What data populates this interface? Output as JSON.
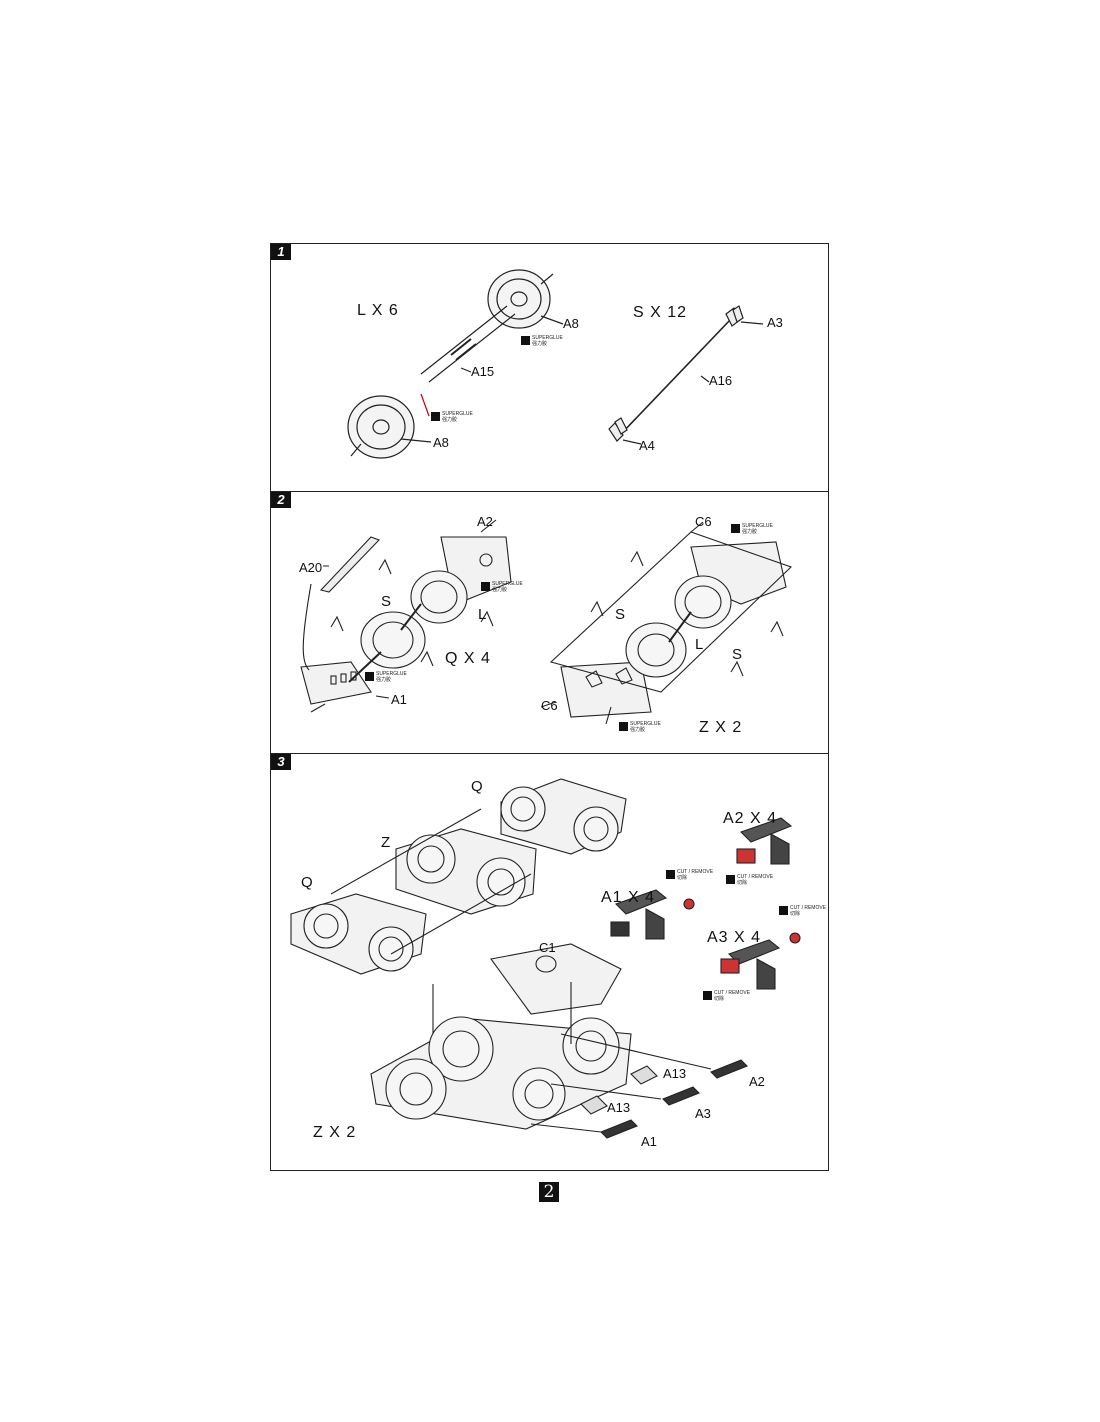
{
  "page_number": "2",
  "steps": [
    {
      "tag": "1",
      "labels": {
        "lx6": "L X 6",
        "sx12": "S X 12",
        "a8_top": "A8",
        "a15": "A15",
        "a8_bottom": "A8",
        "a3": "A3",
        "a16": "A16",
        "a4": "A4"
      },
      "glue_notes": [
        "SUPERGLUE",
        "强力胶",
        "SUPERGLUE",
        "强力胶"
      ]
    },
    {
      "tag": "2",
      "labels": {
        "a2": "A2",
        "a20": "A20",
        "s_left": "S",
        "l_left": "L",
        "qx4": "Q X 4",
        "a1": "A1",
        "c6_top": "C6",
        "s_right": "S",
        "l_right": "L",
        "s_right2": "S",
        "c6_bottom": "C6",
        "zx2": "Z X 2"
      },
      "glue_notes": [
        "SUPERGLUE",
        "强力胶",
        "SUPERGLUE",
        "强力胶",
        "SUPERGLUE",
        "强力胶",
        "SUPERGLUE",
        "强力胶"
      ]
    },
    {
      "tag": "3",
      "labels": {
        "q_top": "Q",
        "z": "Z",
        "q_left": "Q",
        "a2x4": "A2 X 4",
        "a1x4": "A1 X 4",
        "a3x4": "A3 X 4",
        "c1": "C1",
        "a13_top": "A13",
        "a2": "A2",
        "a13_bottom": "A13",
        "a3": "A3",
        "a1": "A1",
        "zx2": "Z  X 2"
      },
      "cut_notes": [
        "CUT / REMOVE",
        "切除",
        "CUT / REMOVE",
        "切除",
        "CUT / REMOVE",
        "切除",
        "CUT / REMOVE",
        "切除"
      ]
    }
  ]
}
